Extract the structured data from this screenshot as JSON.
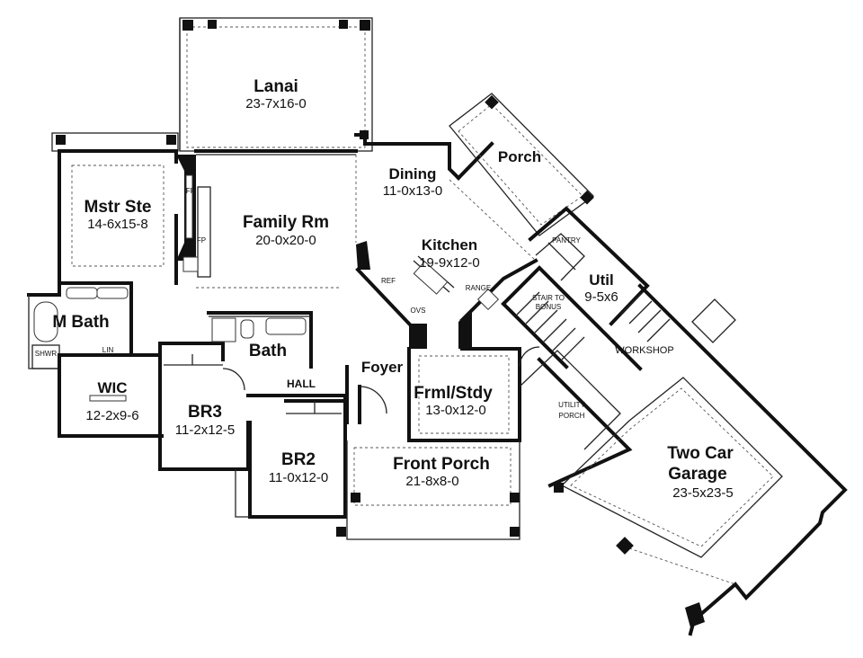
{
  "rooms": {
    "lanai": {
      "name": "Lanai",
      "dims": "23-7x16-0"
    },
    "master_suite": {
      "name": "Mstr Ste",
      "dims": "14-6x15-8"
    },
    "family_room": {
      "name": "Family Rm",
      "dims": "20-0x20-0"
    },
    "dining": {
      "name": "Dining",
      "dims": "11-0x13-0"
    },
    "porch": {
      "name": "Porch"
    },
    "kitchen": {
      "name": "Kitchen",
      "dims": "19-9x12-0"
    },
    "util": {
      "name": "Util",
      "dims": "9-5x6"
    },
    "master_bath": {
      "name": "M Bath"
    },
    "bath": {
      "name": "Bath"
    },
    "foyer": {
      "name": "Foyer"
    },
    "hall": {
      "name": "Hall"
    },
    "wic": {
      "name": "WIC",
      "dims": "12-2x9-6"
    },
    "br3": {
      "name": "BR3",
      "dims": "11-2x12-5"
    },
    "br2": {
      "name": "BR2",
      "dims": "11-0x12-0"
    },
    "formal_study": {
      "name": "Frml/Stdy",
      "dims": "13-0x12-0"
    },
    "front_porch": {
      "name": "Front Porch",
      "dims": "21-8x8-0"
    },
    "garage": {
      "name_line1": "Two Car",
      "name_line2": "Garage",
      "dims": "23-5x23-5"
    }
  },
  "labels": {
    "fp_upper": "FP",
    "fp_lower": "FP",
    "ref": "REF",
    "range": "RANGE",
    "ovs": "OVS",
    "pantry": "PANTRY",
    "stair_line1": "Stair to",
    "stair_line2": "Bonus",
    "workshop": "Workshop",
    "utility_line1": "Utility",
    "utility_line2": "Porch",
    "shwr": "SHWR",
    "lin": "LIN"
  }
}
